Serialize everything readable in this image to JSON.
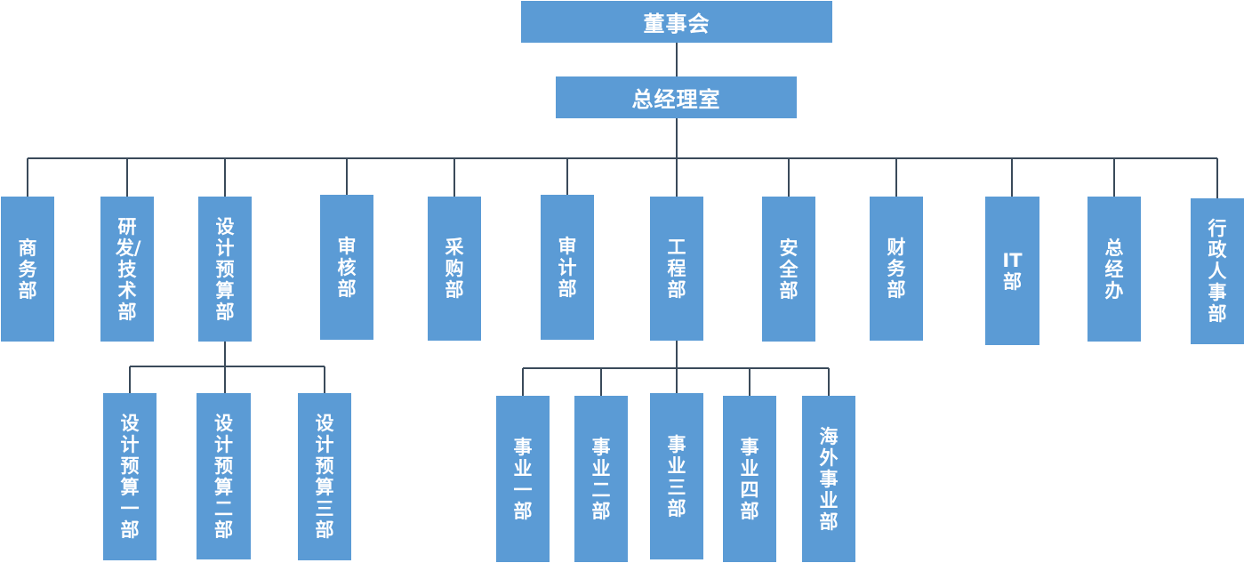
{
  "colors": {
    "box": "#5b9bd5",
    "text": "#ffffff",
    "line": "#3a4a5a"
  },
  "nodes": {
    "board": "董事会",
    "gm_office": "总经理室",
    "commerce": "商务部",
    "rnd": "研发/技术部",
    "design_budget": "设计预算部",
    "review": "审核部",
    "purchasing": "采购部",
    "audit": "审计部",
    "engineering": "工程部",
    "safety": "安全部",
    "finance": "财务部",
    "it": "IT部",
    "gm_affairs": "总经办",
    "hr_admin": "行政人事部",
    "design_budget_1": "设计预算一部",
    "design_budget_2": "设计预算二部",
    "design_budget_3": "设计预算三部",
    "biz_1": "事业一部",
    "biz_2": "事业二部",
    "biz_3": "事业三部",
    "biz_4": "事业四部",
    "biz_overseas": "海外事业部"
  }
}
